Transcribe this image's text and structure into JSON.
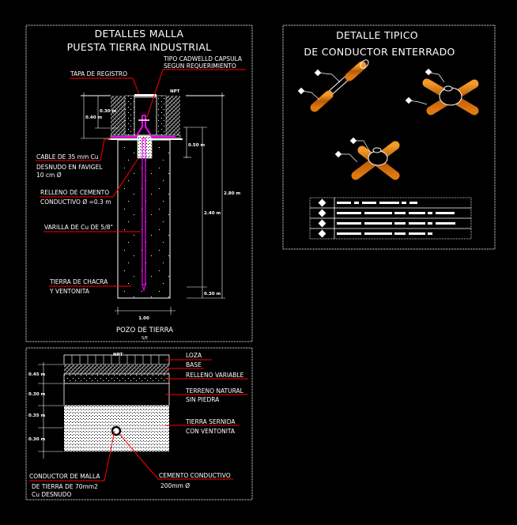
{
  "colors": {
    "background": "#000000",
    "line": "#ffffff",
    "leader": "#ff0000",
    "conductor": "#ff00ff",
    "copper": "#e07a10"
  },
  "pozo": {
    "title_line1": "DETALLES MALLA",
    "title_line2": "PUESTA TIERRA INDUSTRIAL",
    "labels": {
      "tapa": "TAPA DE REGISTRO",
      "cadweld_1": "TIPO CADWELLD CAPSULA",
      "cadweld_2": "SEGUN REQUERIMIENTO",
      "cable_1": "CABLE DE 35 mm Cu",
      "cable_2": "DESNUDO EN FAVIGEL",
      "cable_3": "10 cm Ø",
      "relleno_1": "RELLENO DE CEMENTO",
      "relleno_2": "CONDUCTIVO Ø =0.3 m",
      "varilla": "VARILLA DE Cu DE 5/8\"",
      "tierra_1": "TIERRA DE CHACRA",
      "tierra_2": "Y VENTONITA"
    },
    "dims": {
      "npt": "NPT",
      "d040": "0.40 m",
      "d030": "0.30 m",
      "d050": "0.50 m",
      "d240": "2.40 m",
      "d280": "2.80 m",
      "d030b": "0.30 m",
      "width": "1.00"
    },
    "caption": "POZO DE TIERRA",
    "scale": "S/E"
  },
  "conductor_detail": {
    "title_line1": "DETALLE TIPICO",
    "title_line2": "DE CONDUCTOR ENTERRADO",
    "legend_rows": 4
  },
  "zanja": {
    "npt": "NPT",
    "labels": {
      "loza": "LOZA",
      "base": "BASE",
      "relleno": "RELLENO VARIABLE",
      "terreno_1": "TERRENO NATURAL",
      "terreno_2": "SIN PIEDRA",
      "tierra_1": "TIERRA SERNIDA",
      "tierra_2": "CON VENTONITA",
      "conductor_1": "CONDUCTOR DE MALLA",
      "conductor_2": "DE TIERRA DE 70mm2",
      "conductor_3": "Cu DESNUDO",
      "cemento_1": "CEMENTO CONDUCTIVO",
      "cemento_2": "200mm Ø"
    },
    "dims": [
      "0.45 m",
      "0.30 m",
      "0.35 m",
      "0.30 m"
    ]
  }
}
